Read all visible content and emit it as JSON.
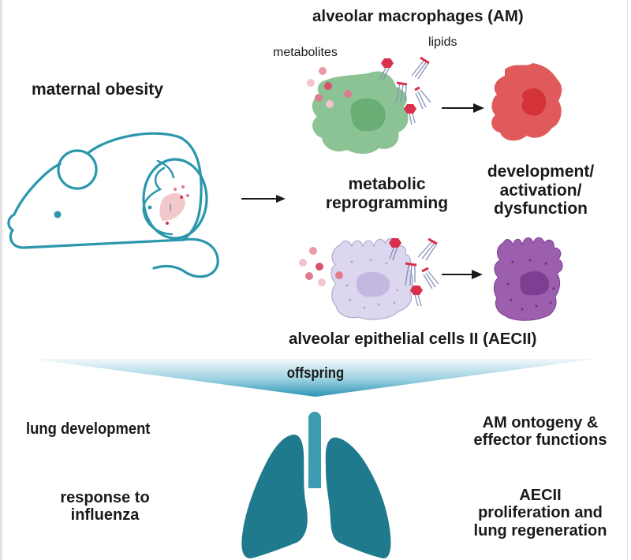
{
  "labels": {
    "maternal_obesity": "maternal obesity",
    "am_title": "alveolar macrophages (AM)",
    "metabolites": "metabolites",
    "lipids": "lipids",
    "metabolic_reprogramming_line1": "metabolic",
    "metabolic_reprogramming_line2": "reprogramming",
    "outcome_line1": "development/",
    "outcome_line2": "activation/",
    "outcome_line3": "dysfunction",
    "aecii_title": "alveolar epithelial cells II (AECII)",
    "offspring": "offspring",
    "lung_development": "lung development",
    "response_line1": "response to",
    "response_line2": "influenza",
    "am_ontogeny_line1": "AM ontogeny &",
    "am_ontogeny_line2": "effector functions",
    "aecii_line1": "AECII",
    "aecii_line2": "proliferation and",
    "aecii_line3": "lung regeneration"
  },
  "colors": {
    "mouse_outline": "#2a97ad",
    "am_cell": "#8cc394",
    "am_nucleus": "#6aae76",
    "am_activated": "#e05a5c",
    "am_activated_nucleus": "#d43339",
    "aec_cell": "#dcd6ef",
    "aec_nucleus": "#c3b8e2",
    "aec_activated": "#9b5fad",
    "aec_activated_nucleus": "#7e3f93",
    "metabolite": "#e07b90",
    "lipid_head": "#d8304d",
    "lipid_tail": "#8490b8",
    "banner_top": "#e6f4f8",
    "banner_bottom": "#2f98b9",
    "lung": "#1e7a8c",
    "trachea": "#3d9caf"
  }
}
